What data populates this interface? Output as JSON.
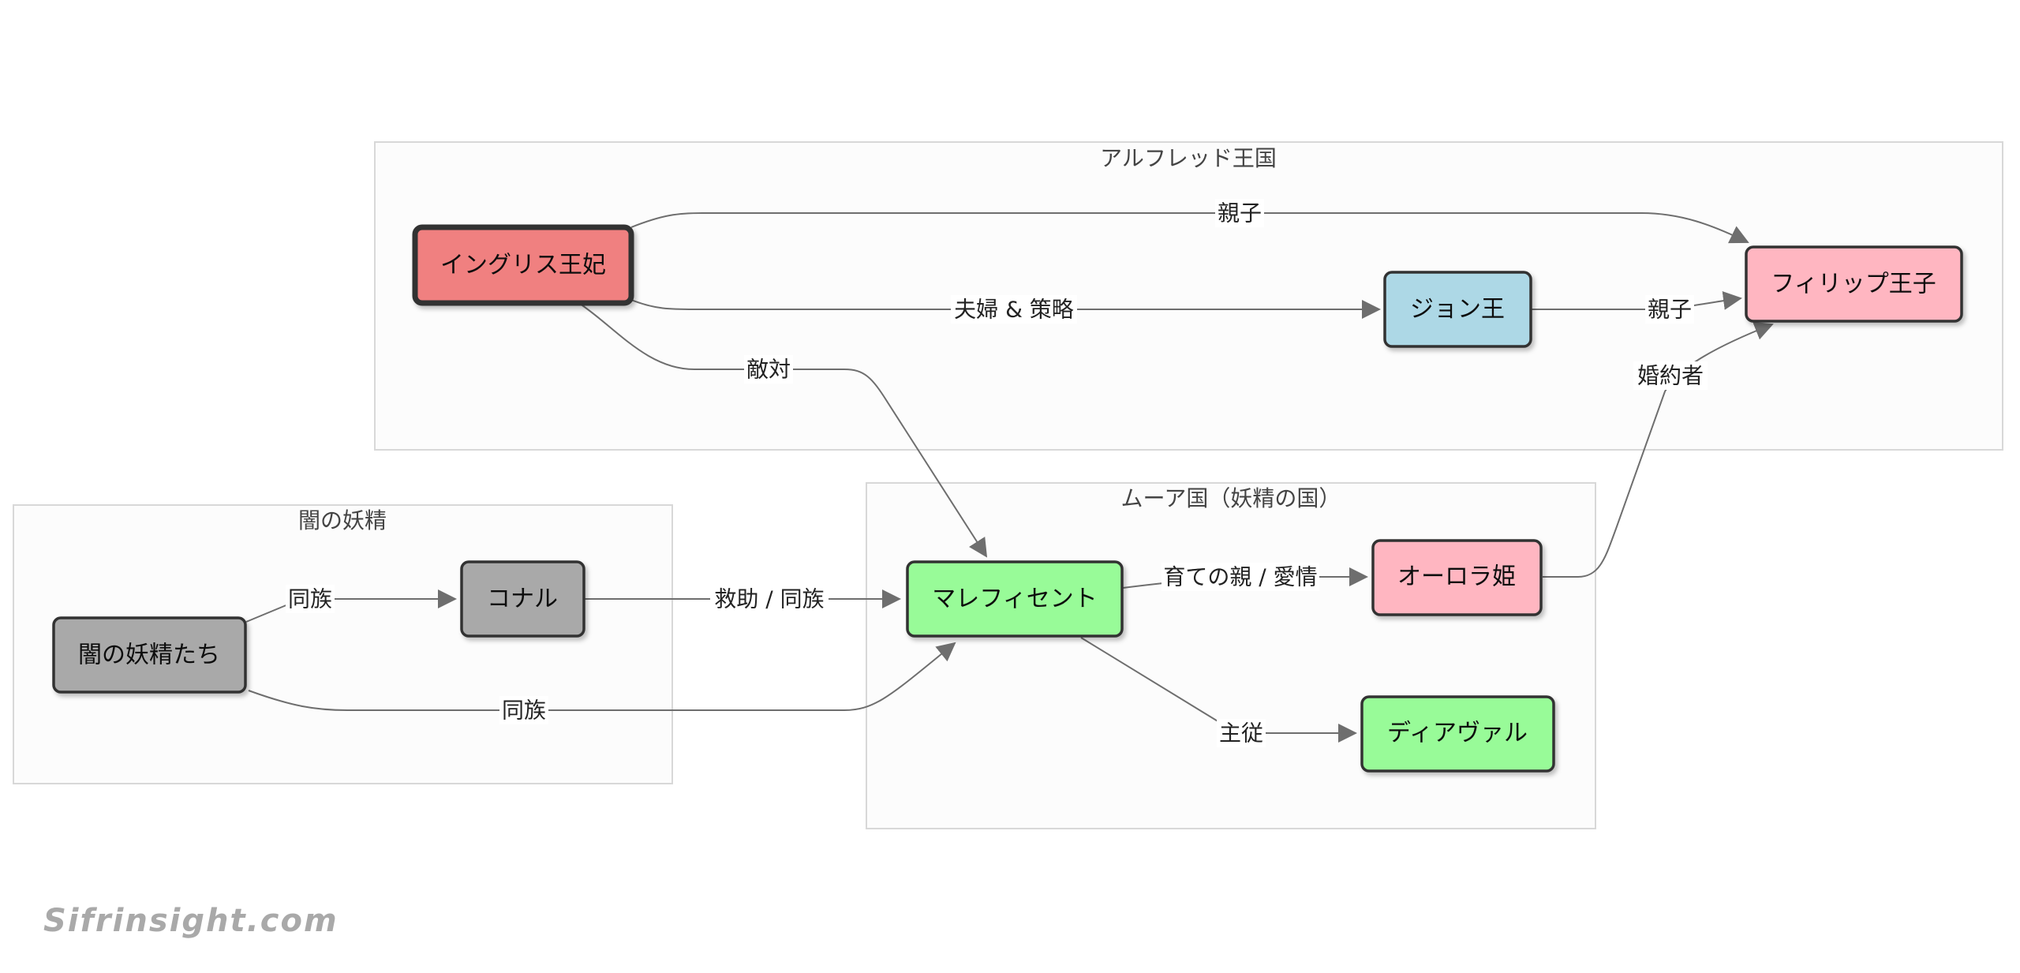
{
  "clusters": {
    "alfred": {
      "title": "アルフレッド王国"
    },
    "moor": {
      "title": "ムーア国（妖精の国）"
    },
    "dark": {
      "title": "闇の妖精"
    }
  },
  "nodes": {
    "ingrith": {
      "label": "イングリス王妃",
      "color": "#f08080"
    },
    "john": {
      "label": "ジョン王",
      "color": "#add8e6"
    },
    "phillip": {
      "label": "フィリップ王子",
      "color": "#ffb6c1"
    },
    "maleficent": {
      "label": "マレフィセント",
      "color": "#98fb98"
    },
    "aurora": {
      "label": "オーロラ姫",
      "color": "#ffb6c1"
    },
    "diaval": {
      "label": "ディアヴァル",
      "color": "#98fb98"
    },
    "conall": {
      "label": "コナル",
      "color": "#a9a9a9"
    },
    "dark_fey": {
      "label": "闇の妖精たち",
      "color": "#a9a9a9"
    }
  },
  "edges": {
    "ingrith_phillip": {
      "label": "親子"
    },
    "ingrith_john": {
      "label": "夫婦 & 策略"
    },
    "john_phillip": {
      "label": "親子"
    },
    "ingrith_maleficent": {
      "label": "敵対",
      "color": "#ff0000"
    },
    "aurora_phillip": {
      "label": "婚約者"
    },
    "maleficent_aurora": {
      "label": "育ての親 / 愛情"
    },
    "maleficent_diaval": {
      "label": "主従"
    },
    "conall_maleficent": {
      "label": "救助 / 同族"
    },
    "darkfey_conall": {
      "label": "同族"
    },
    "darkfey_maleficent": {
      "label": "同族"
    }
  },
  "watermark": "Sifrinsight.com"
}
